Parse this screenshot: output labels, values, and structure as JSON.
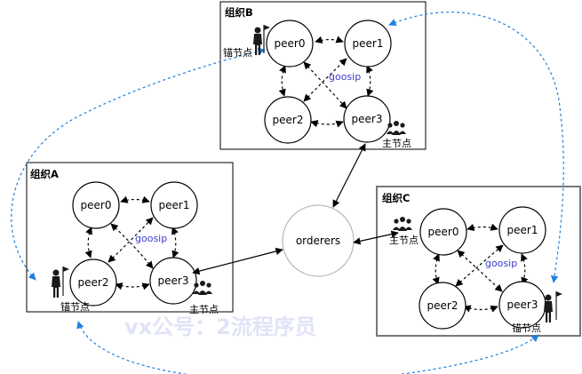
{
  "organizations": {
    "a": {
      "title": "组织A",
      "peers": [
        "peer0",
        "peer1",
        "peer2",
        "peer3"
      ],
      "gossip": "goosip",
      "anchor_label": "锚节点",
      "leader_label": "主节点"
    },
    "b": {
      "title": "组织B",
      "peers": [
        "peer0",
        "peer1",
        "peer2",
        "peer3"
      ],
      "gossip": "goosip",
      "anchor_label": "锚节点",
      "leader_label": "主节点"
    },
    "c": {
      "title": "组织C",
      "peers": [
        "peer0",
        "peer1",
        "peer2",
        "peer3"
      ],
      "gossip": "goosip",
      "anchor_label": "锚节点",
      "leader_label": "主节点"
    }
  },
  "orderer": {
    "label": "orderers"
  },
  "watermark": "vx公号：2流程序员",
  "colors": {
    "anchor_link": "#1f7fe0",
    "gossip_text": "#3b3bc9",
    "border": "#000000",
    "org_c_border": "#777777",
    "orderer_border": "#aaaaaa",
    "watermark": "#c9cdf2"
  }
}
